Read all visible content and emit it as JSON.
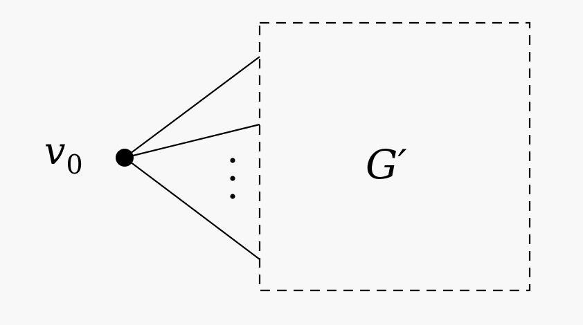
{
  "diagram": {
    "vertex_label": "v",
    "vertex_subscript": "0",
    "subgraph_label": "G′",
    "edges_shown": 3,
    "ellipsis": "⋮",
    "colors": {
      "background": "#f8f8f8",
      "stroke": "#000000"
    }
  }
}
